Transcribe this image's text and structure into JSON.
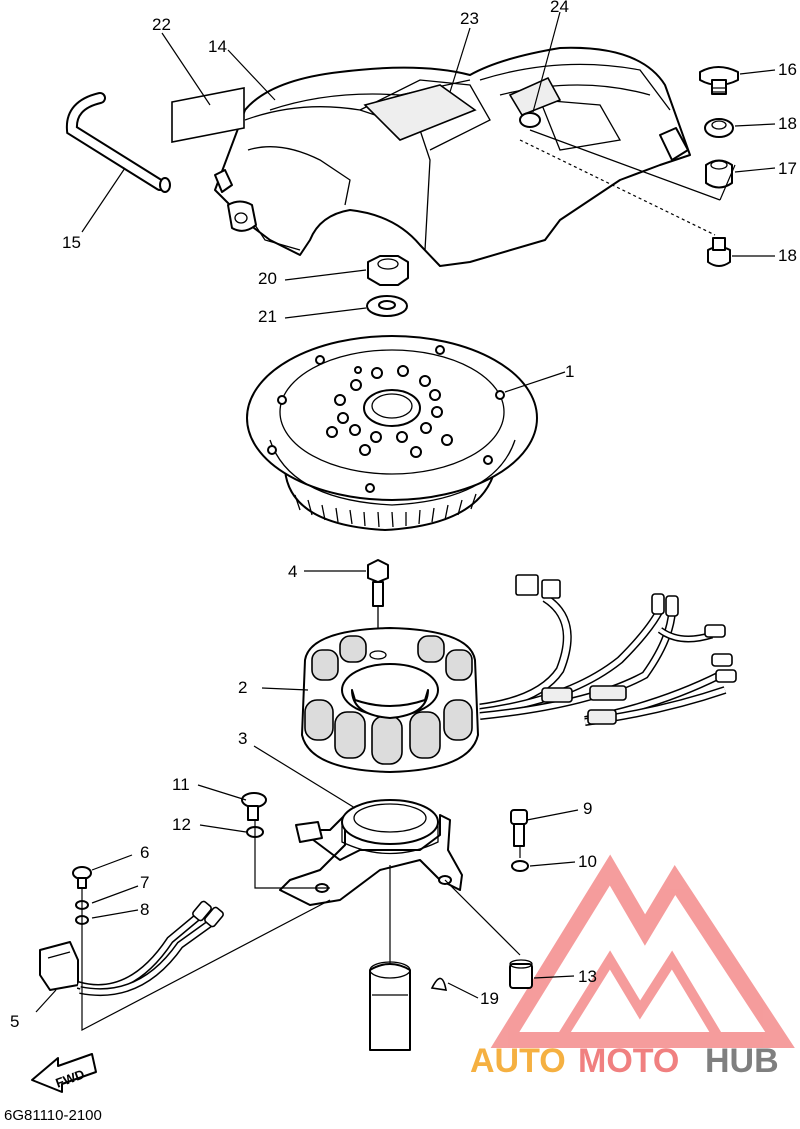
{
  "diagram": {
    "drawing_code": "6G81110-2100",
    "fwd_label": "FWD",
    "watermark": {
      "word_a": "AUTO",
      "word_b": "MOTO",
      "word_c": "HUB",
      "color_a": "#f5b041",
      "color_b": "#f08080",
      "color_c": "#7f7f7f",
      "triangle_color": "#f27c7c"
    },
    "callouts": [
      "1",
      "2",
      "3",
      "4",
      "5",
      "6",
      "7",
      "8",
      "9",
      "10",
      "11",
      "12",
      "13",
      "14",
      "15",
      "16",
      "17",
      "18",
      "18",
      "19",
      "20",
      "21",
      "22",
      "23",
      "24"
    ]
  }
}
